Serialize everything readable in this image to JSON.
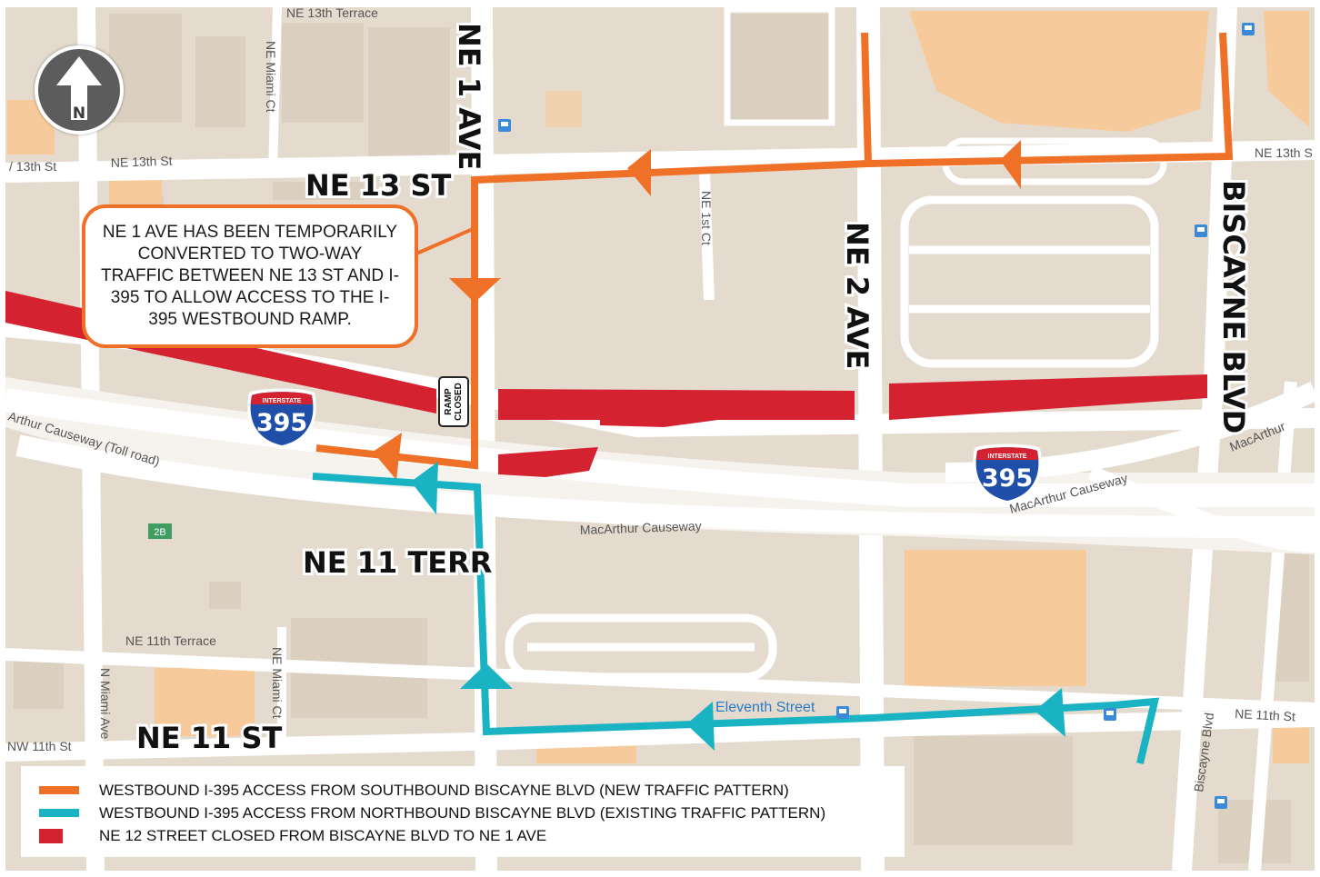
{
  "map": {
    "background_color": "#e4dacd",
    "street_labels": {
      "ne_13th_terrace_top": "NE 13th Terrace",
      "ne_miami_ct_upper": "NE Miami Ct",
      "ne_13th_st_left": "/ 13th St",
      "ne_13th_st": "NE 13th St",
      "ne_13th_st_right": "NE 13th S",
      "ne_1st_ct": "NE 1st Ct",
      "arthur_causeway": "Arthur Causeway (Toll road)",
      "macarthur_causeway_center": "MacArthur Causeway",
      "macarthur_causeway_right": "MacArthur Causeway",
      "macarthur_far_right": "MacArthur",
      "ne_11th_terrace": "NE 11th Terrace",
      "n_miami_ave": "N Miami Ave",
      "ne_miami_ct_lower": "NE Miami Ct",
      "nw_11th_st": "NW 11th St",
      "ne_11th_st_right": "NE 11th St",
      "biscayne_blvd_small": "Biscayne Blvd",
      "eleventh_street_station": "Eleventh Street",
      "exit_2b": "2B"
    },
    "big_labels": {
      "ne_1_ave": "NE 1 AVE",
      "ne_13_st": "NE 13 ST",
      "ne_2_ave": "NE 2 AVE",
      "biscayne_blvd": "BISCAYNE BLVD",
      "ne_11_terr": "NE 11 TERR",
      "ne_11_st": "NE 11 ST"
    },
    "callout": "NE 1 AVE HAS BEEN TEMPORARILY CONVERTED TO TWO-WAY TRAFFIC BETWEEN NE 13 ST AND I-395 TO ALLOW  ACCESS TO THE I-395 WESTBOUND RAMP.",
    "ramp_sign": {
      "line1": "RAMP",
      "line2": "CLOSED"
    },
    "shields": [
      {
        "top_text": "INTERSTATE",
        "number": "395"
      },
      {
        "top_text": "INTERSTATE",
        "number": "395"
      }
    ],
    "compass_letter": "N",
    "icons": [
      "north-arrow-icon",
      "interstate-shield-icon",
      "bus-stop-icon",
      "arrow-icon"
    ]
  },
  "colors": {
    "orange_route": "#ef7127",
    "teal_route": "#1ab3c3",
    "red_closure": "#d42231"
  },
  "legend": [
    {
      "label": "WESTBOUND I-395 ACCESS FROM SOUTHBOUND BISCAYNE BLVD (NEW TRAFFIC PATTERN)",
      "color": "#ef7127"
    },
    {
      "label": "WESTBOUND I-395 ACCESS FROM NORTHBOUND BISCAYNE BLVD (EXISTING TRAFFIC PATTERN)",
      "color": "#1ab3c3"
    },
    {
      "label": "NE 12 STREET CLOSED FROM BISCAYNE BLVD TO NE 1 AVE",
      "color": "#d42231"
    }
  ]
}
